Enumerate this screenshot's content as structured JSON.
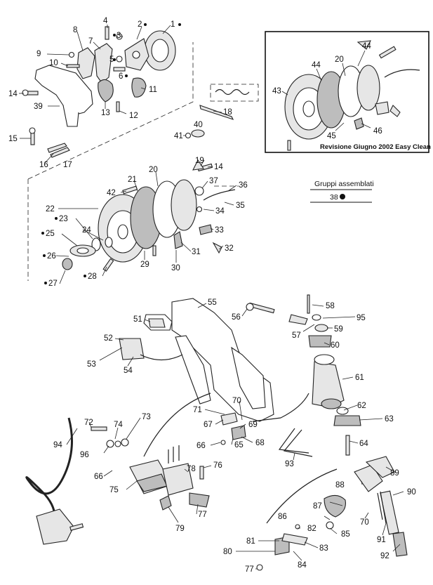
{
  "inset": {
    "caption": "Revisione Giugno 2002 Easy Clean",
    "labels": [
      "44",
      "20",
      "44",
      "43",
      "45",
      "46"
    ]
  },
  "legend": {
    "title": "Gruppi assemblati",
    "entry": "38"
  },
  "callouts": {
    "c1": "1",
    "c2": "2",
    "c3": "3",
    "c4": "4",
    "c5": "5",
    "c6": "6",
    "c7": "7",
    "c8": "8",
    "c9": "9",
    "c10": "10",
    "c11": "11",
    "c12": "12",
    "c13": "13",
    "c14a": "14",
    "c14b": "14",
    "c15": "15",
    "c16": "16",
    "c17": "17",
    "c18": "18",
    "c19": "19",
    "c20": "20",
    "c21": "21",
    "c22": "22",
    "c23": "23",
    "c24": "24",
    "c25": "25",
    "c26": "26",
    "c27": "27",
    "c28": "28",
    "c29": "29",
    "c30": "30",
    "c31": "31",
    "c32": "32",
    "c33": "33",
    "c34": "34",
    "c35": "35",
    "c36": "36",
    "c37": "37",
    "c39": "39",
    "c40": "40",
    "c41": "41",
    "c42": "42",
    "c51": "51",
    "c52": "52",
    "c53": "53",
    "c54": "54",
    "c55": "55",
    "c56": "56",
    "c57": "57",
    "c58": "58",
    "c59": "59",
    "c60": "60",
    "c61": "61",
    "c62": "62",
    "c63": "63",
    "c64": "64",
    "c65": "65",
    "c66a": "66",
    "c66b": "66",
    "c67": "67",
    "c68": "68",
    "c69": "69",
    "c70a": "70",
    "c70b": "70",
    "c71": "71",
    "c72": "72",
    "c73": "73",
    "c74": "74",
    "c75": "75",
    "c76": "76",
    "c77a": "77",
    "c77b": "77",
    "c78": "78",
    "c79": "79",
    "c80": "80",
    "c81": "81",
    "c82": "82",
    "c83": "83",
    "c84": "84",
    "c85": "85",
    "c86": "86",
    "c87": "87",
    "c88": "88",
    "c89": "89",
    "c90": "90",
    "c91": "91",
    "c92": "92",
    "c93": "93",
    "c94": "94",
    "c95": "95",
    "c96": "96"
  }
}
